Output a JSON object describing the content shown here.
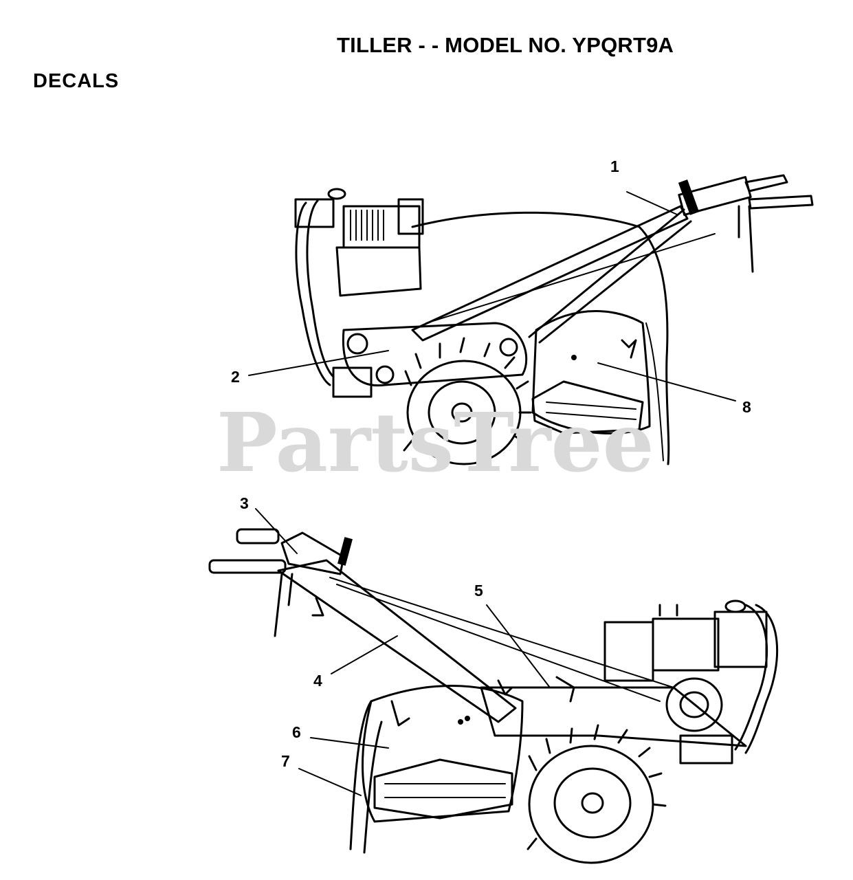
{
  "header": {
    "title": "TILLER - - MODEL NO. YPQRT9A",
    "section": "DECALS"
  },
  "watermark": "PartsTree",
  "callouts": [
    {
      "id": "1",
      "label": "1"
    },
    {
      "id": "2",
      "label": "2"
    },
    {
      "id": "3",
      "label": "3"
    },
    {
      "id": "4",
      "label": "4"
    },
    {
      "id": "5",
      "label": "5"
    },
    {
      "id": "6",
      "label": "6"
    },
    {
      "id": "7",
      "label": "7"
    },
    {
      "id": "8",
      "label": "8"
    }
  ]
}
